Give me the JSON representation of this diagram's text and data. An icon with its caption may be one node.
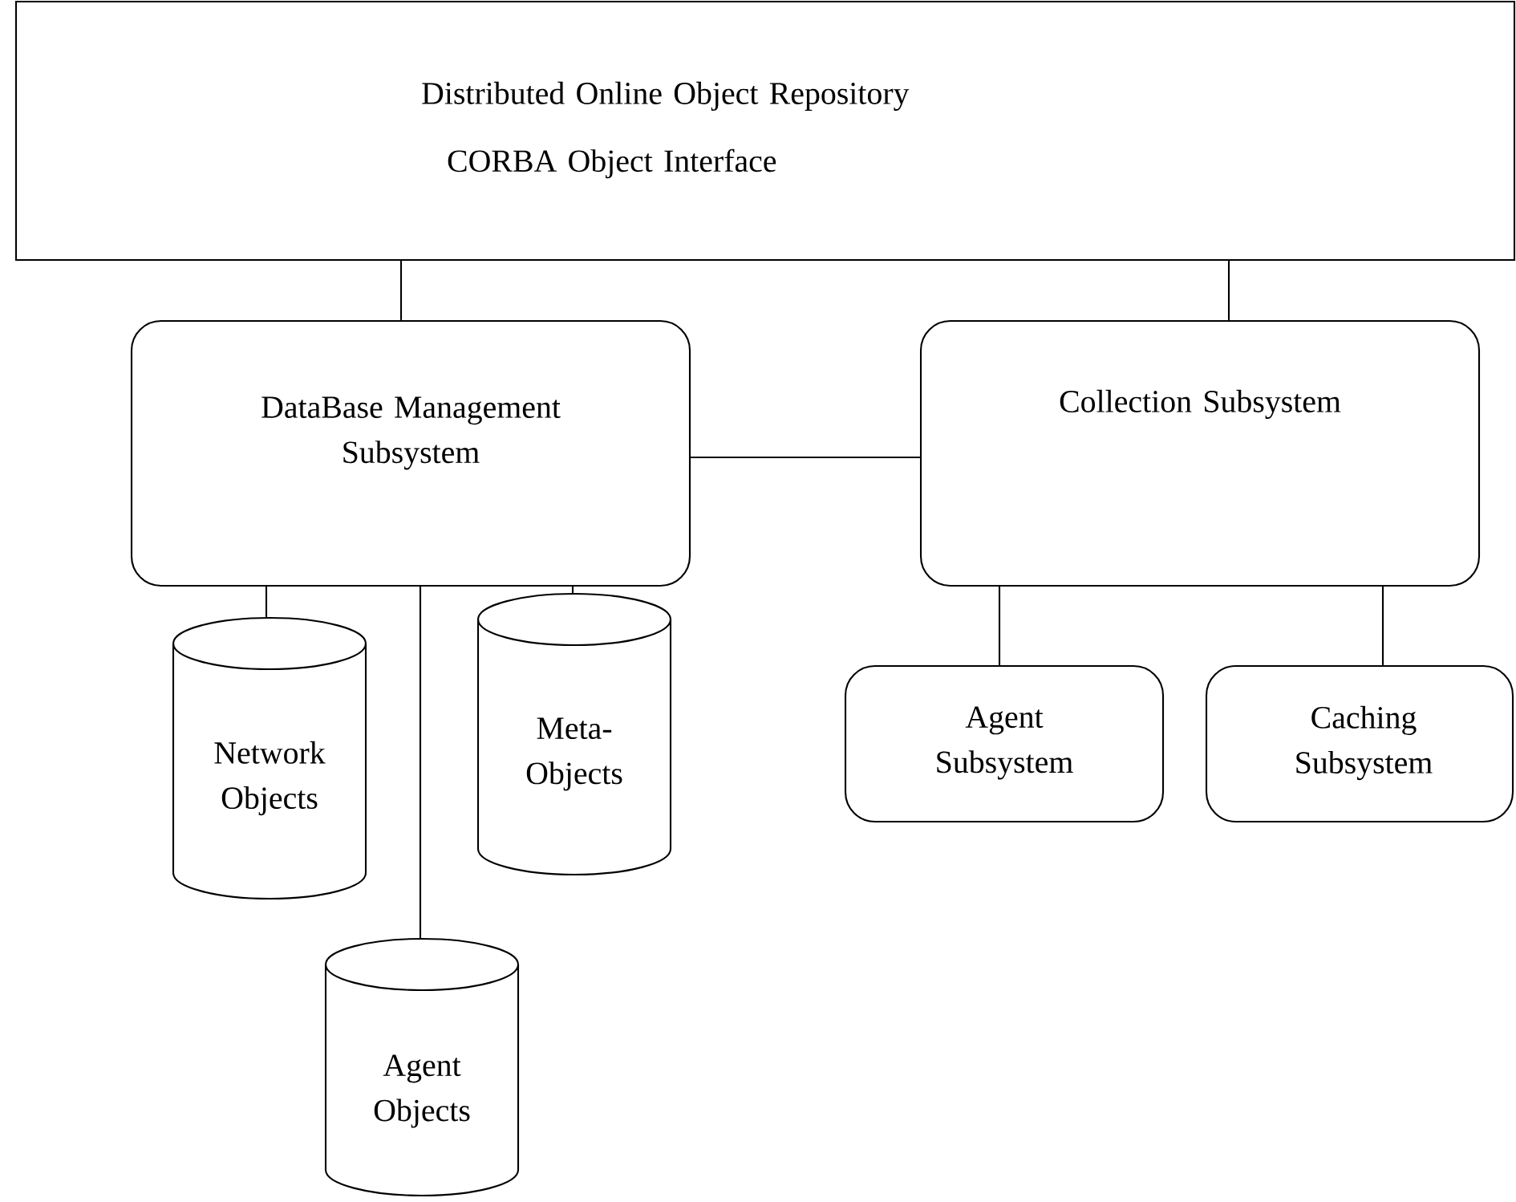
{
  "diagram": {
    "nodes": [
      {
        "text": [
          "Distributed Online Object Repository",
          "CORBA Object Interface"
        ]
      },
      {
        "text": [
          "DataBase Management Subsystem"
        ]
      },
      {
        "text": [
          "Collection Subsystem"
        ]
      },
      {
        "text": [
          "Network Objects"
        ]
      },
      {
        "text": [
          "Meta-Objects"
        ]
      },
      {
        "text": [
          "Agent Objects"
        ]
      },
      {
        "text": [
          "Agent Subsystem"
        ]
      },
      {
        "text": [
          "Caching Subsystem"
        ]
      }
    ],
    "edges": [
      {
        "from": 0,
        "to": 1,
        "arrow": "none"
      },
      {
        "from": 0,
        "to": 2,
        "arrow": "none"
      },
      {
        "from": 1,
        "to": 2,
        "arrow": "none"
      },
      {
        "from": 1,
        "to": 3,
        "arrow": "none"
      },
      {
        "from": 1,
        "to": 5,
        "arrow": "none"
      },
      {
        "from": 1,
        "to": 4,
        "arrow": "none"
      },
      {
        "from": 2,
        "to": 6,
        "arrow": "none"
      },
      {
        "from": 2,
        "to": 7,
        "arrow": "none"
      }
    ]
  }
}
